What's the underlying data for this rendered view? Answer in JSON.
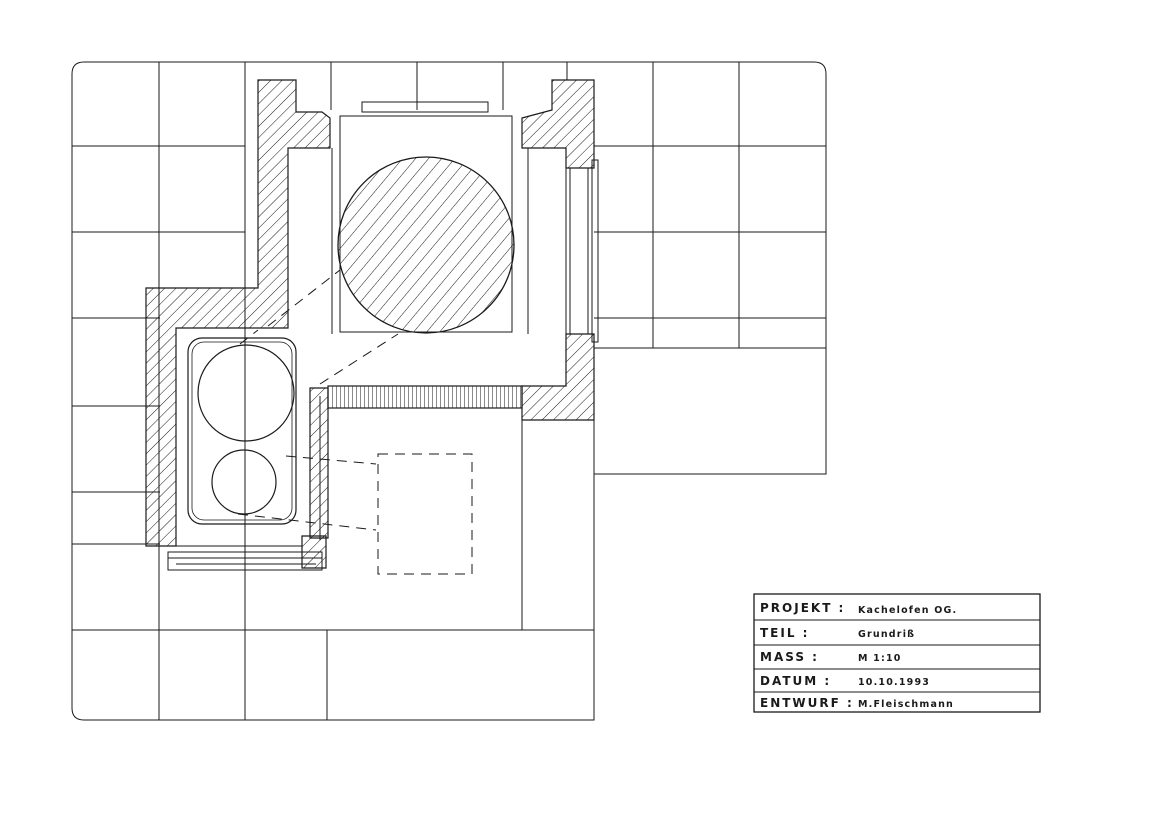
{
  "drawing": {
    "kind": "floor-plan",
    "stroke_color": "#1a1a1a",
    "paper_color": "#ffffff"
  },
  "title_block": {
    "rows": [
      {
        "label": "PROJEKT :",
        "value": "Kachelofen OG."
      },
      {
        "label": "TEIL :",
        "value": "Grundriß"
      },
      {
        "label": "MASS :",
        "value": "M 1:10"
      },
      {
        "label": "DATUM :",
        "value": "10.10.1993"
      },
      {
        "label": "ENTWURF :",
        "value": "M.Fleischmann"
      }
    ]
  }
}
